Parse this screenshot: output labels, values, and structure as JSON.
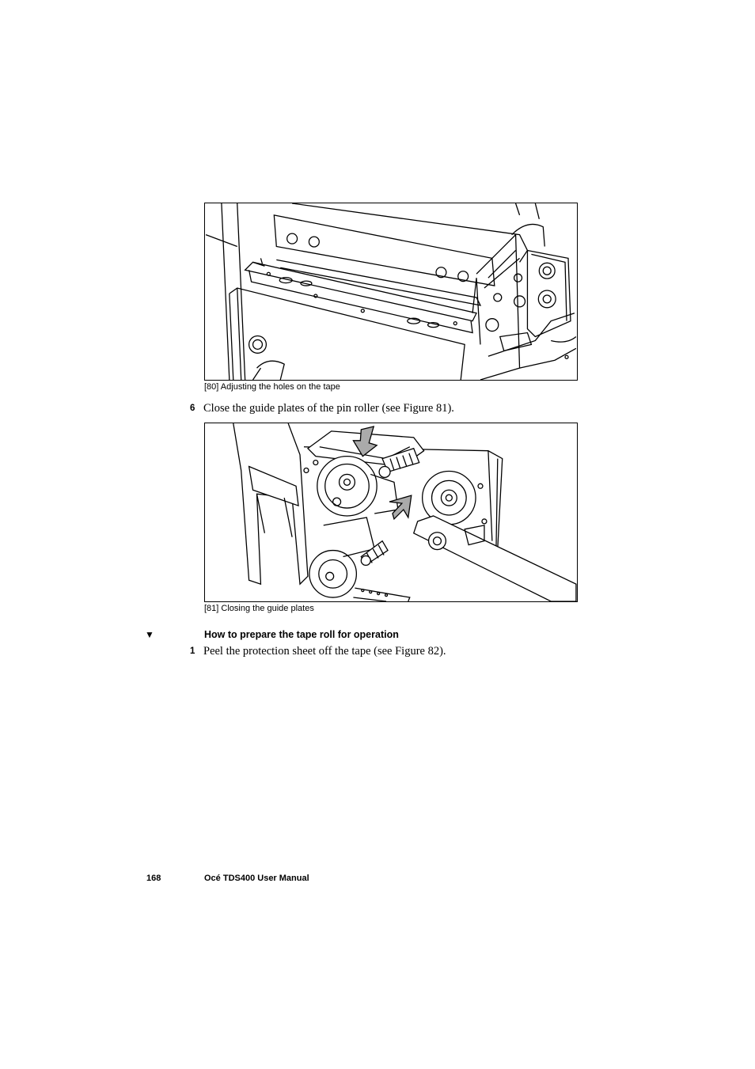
{
  "figures": [
    {
      "caption": "[80] Adjusting the holes on the tape"
    },
    {
      "caption": "[81] Closing the guide plates"
    }
  ],
  "steps": [
    {
      "number": "6",
      "text": "Close the guide plates of the pin roller (see Figure 81)."
    },
    {
      "number": "1",
      "text": "Peel the protection sheet off the tape (see Figure 82)."
    }
  ],
  "section": {
    "marker": "▼",
    "heading": "How to prepare the tape roll for operation"
  },
  "footer": {
    "page_number": "168",
    "title": "Océ TDS400 User Manual"
  },
  "icons": {
    "section_marker": "down-triangle-icon"
  }
}
